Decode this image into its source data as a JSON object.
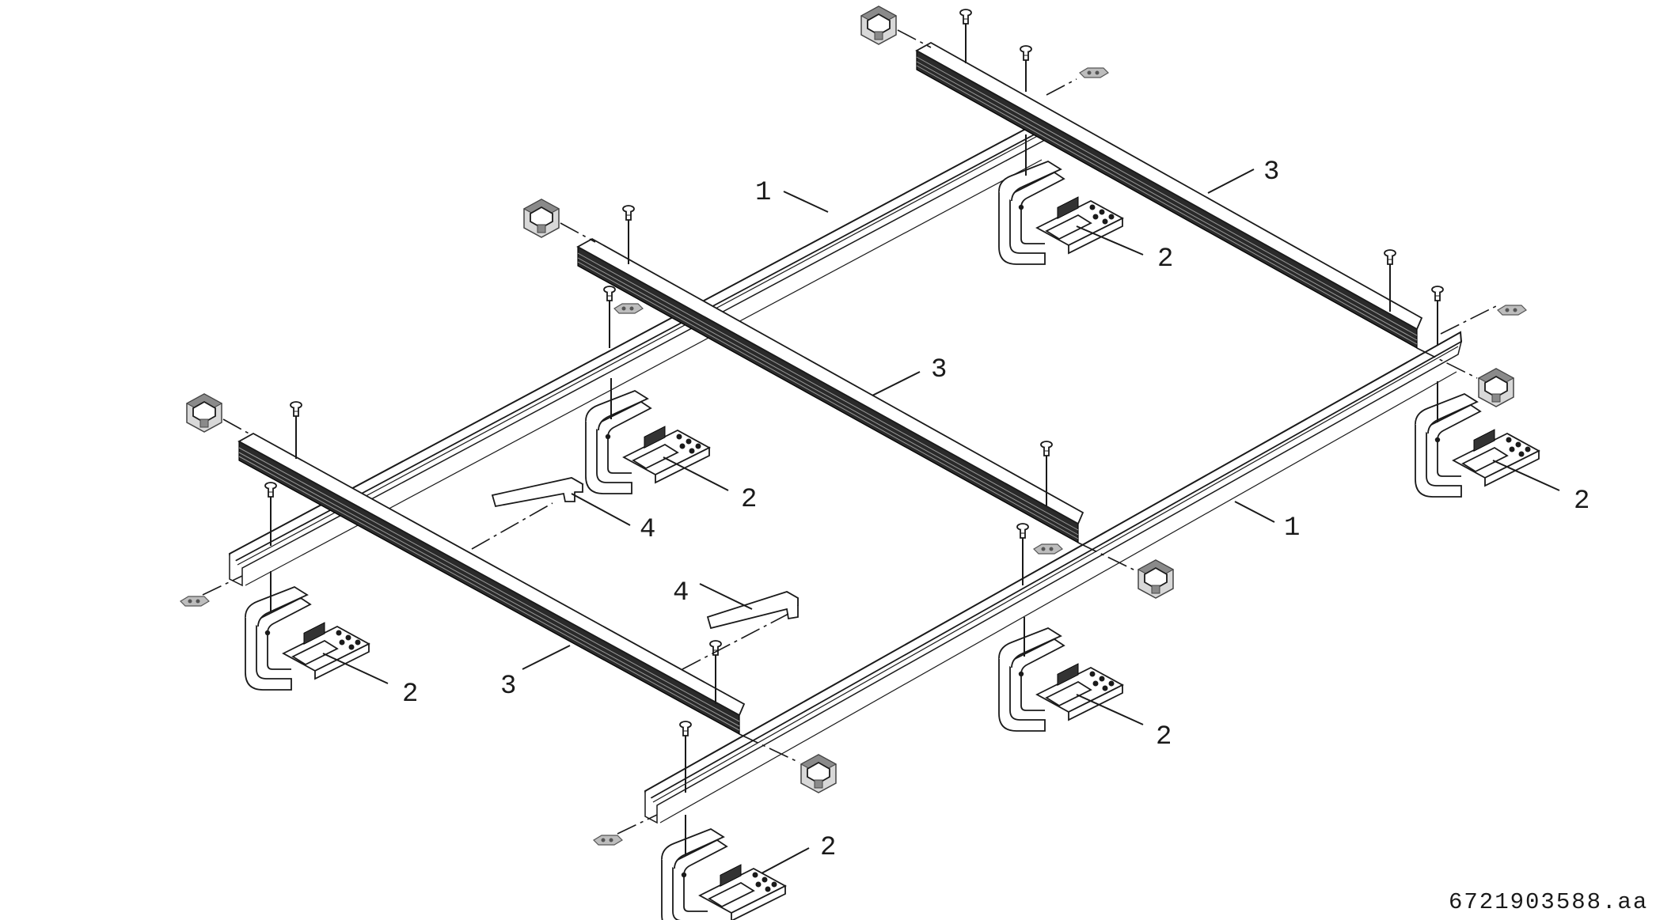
{
  "labels": {
    "rail_label": "1",
    "hook_label": "2",
    "profile_label": "3",
    "strap_label": "4"
  },
  "document_id": "6721903588.aa"
}
